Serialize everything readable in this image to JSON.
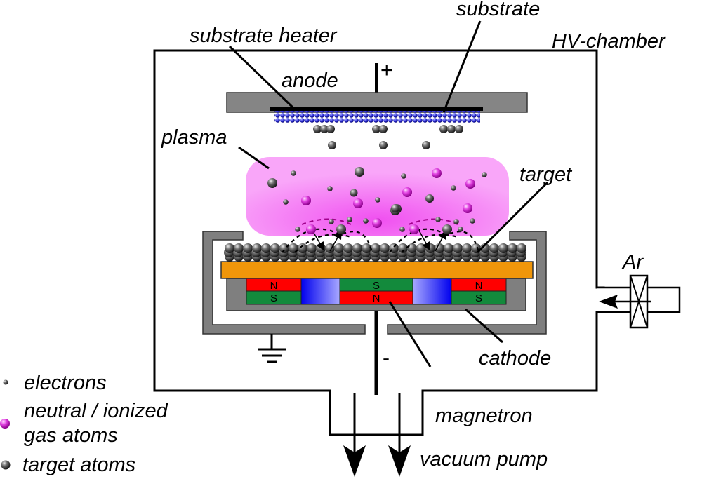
{
  "diagram": {
    "title": "Magnetron sputtering system",
    "labels": {
      "substrate": "substrate",
      "substrate_heater": "substrate heater",
      "hv_chamber": "HV-chamber",
      "anode": "anode",
      "plus": "+",
      "plasma": "plasma",
      "target": "target",
      "ar": "Ar",
      "cathode": "cathode",
      "minus": "-",
      "magnetron": "magnetron",
      "vacuum_pump": "vacuum pump"
    },
    "magnets": [
      {
        "top": "N",
        "bottom": "S"
      },
      {
        "top": "S",
        "bottom": "N"
      },
      {
        "top": "N",
        "bottom": "S"
      }
    ],
    "legend": [
      {
        "key": "electrons",
        "label": "electrons"
      },
      {
        "key": "gas",
        "label": "neutral / ionized",
        "label2": "gas atoms"
      },
      {
        "key": "target",
        "label": "target atoms"
      }
    ],
    "colors": {
      "plasma": "#f78af7",
      "gas_atom": "#e040e0",
      "target_atom": "#444444",
      "magnet_north": "#ff0000",
      "magnet_south": "#138a3c",
      "target_plate": "#f0960a",
      "substrate": "#3333cc",
      "housing": "#808080"
    }
  }
}
